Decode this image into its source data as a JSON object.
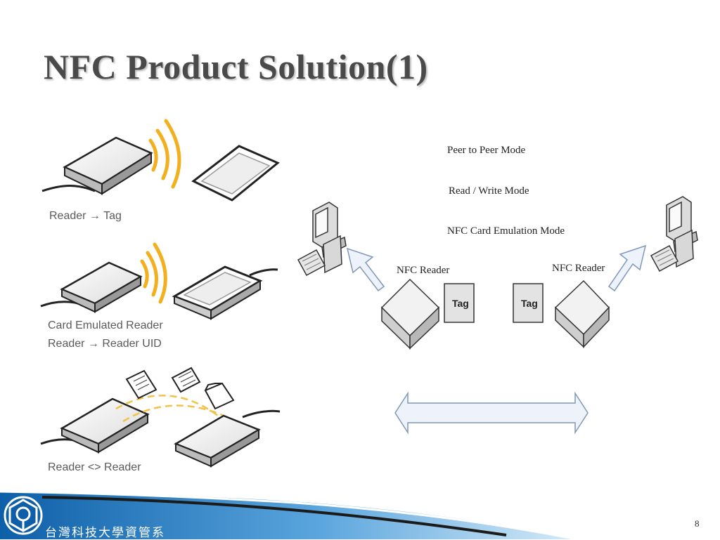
{
  "slide": {
    "title": "NFC Product Solution(1)",
    "page_number": "8",
    "school_name": "台灣科技大學資管系"
  },
  "left_panel": {
    "reader_tag": "Reader → Tag",
    "card_emulated_1": "Card Emulated Reader",
    "card_emulated_2": "Reader → Reader UID",
    "reader_reader": "Reader <> Reader"
  },
  "right_panel": {
    "modes": [
      "Peer to Peer Mode",
      "Read / Write Mode",
      "NFC Card Emulation Mode"
    ],
    "reader_left_label": "NFC Reader",
    "reader_right_label": "NFC Reader",
    "tag_left": "Tag",
    "tag_right": "Tag"
  },
  "colors": {
    "wave": "#f2b01e",
    "arrow_fill": "#eef3fb",
    "arrow_stroke": "#7f97b8",
    "footer_blue": "#1a6fb5"
  }
}
